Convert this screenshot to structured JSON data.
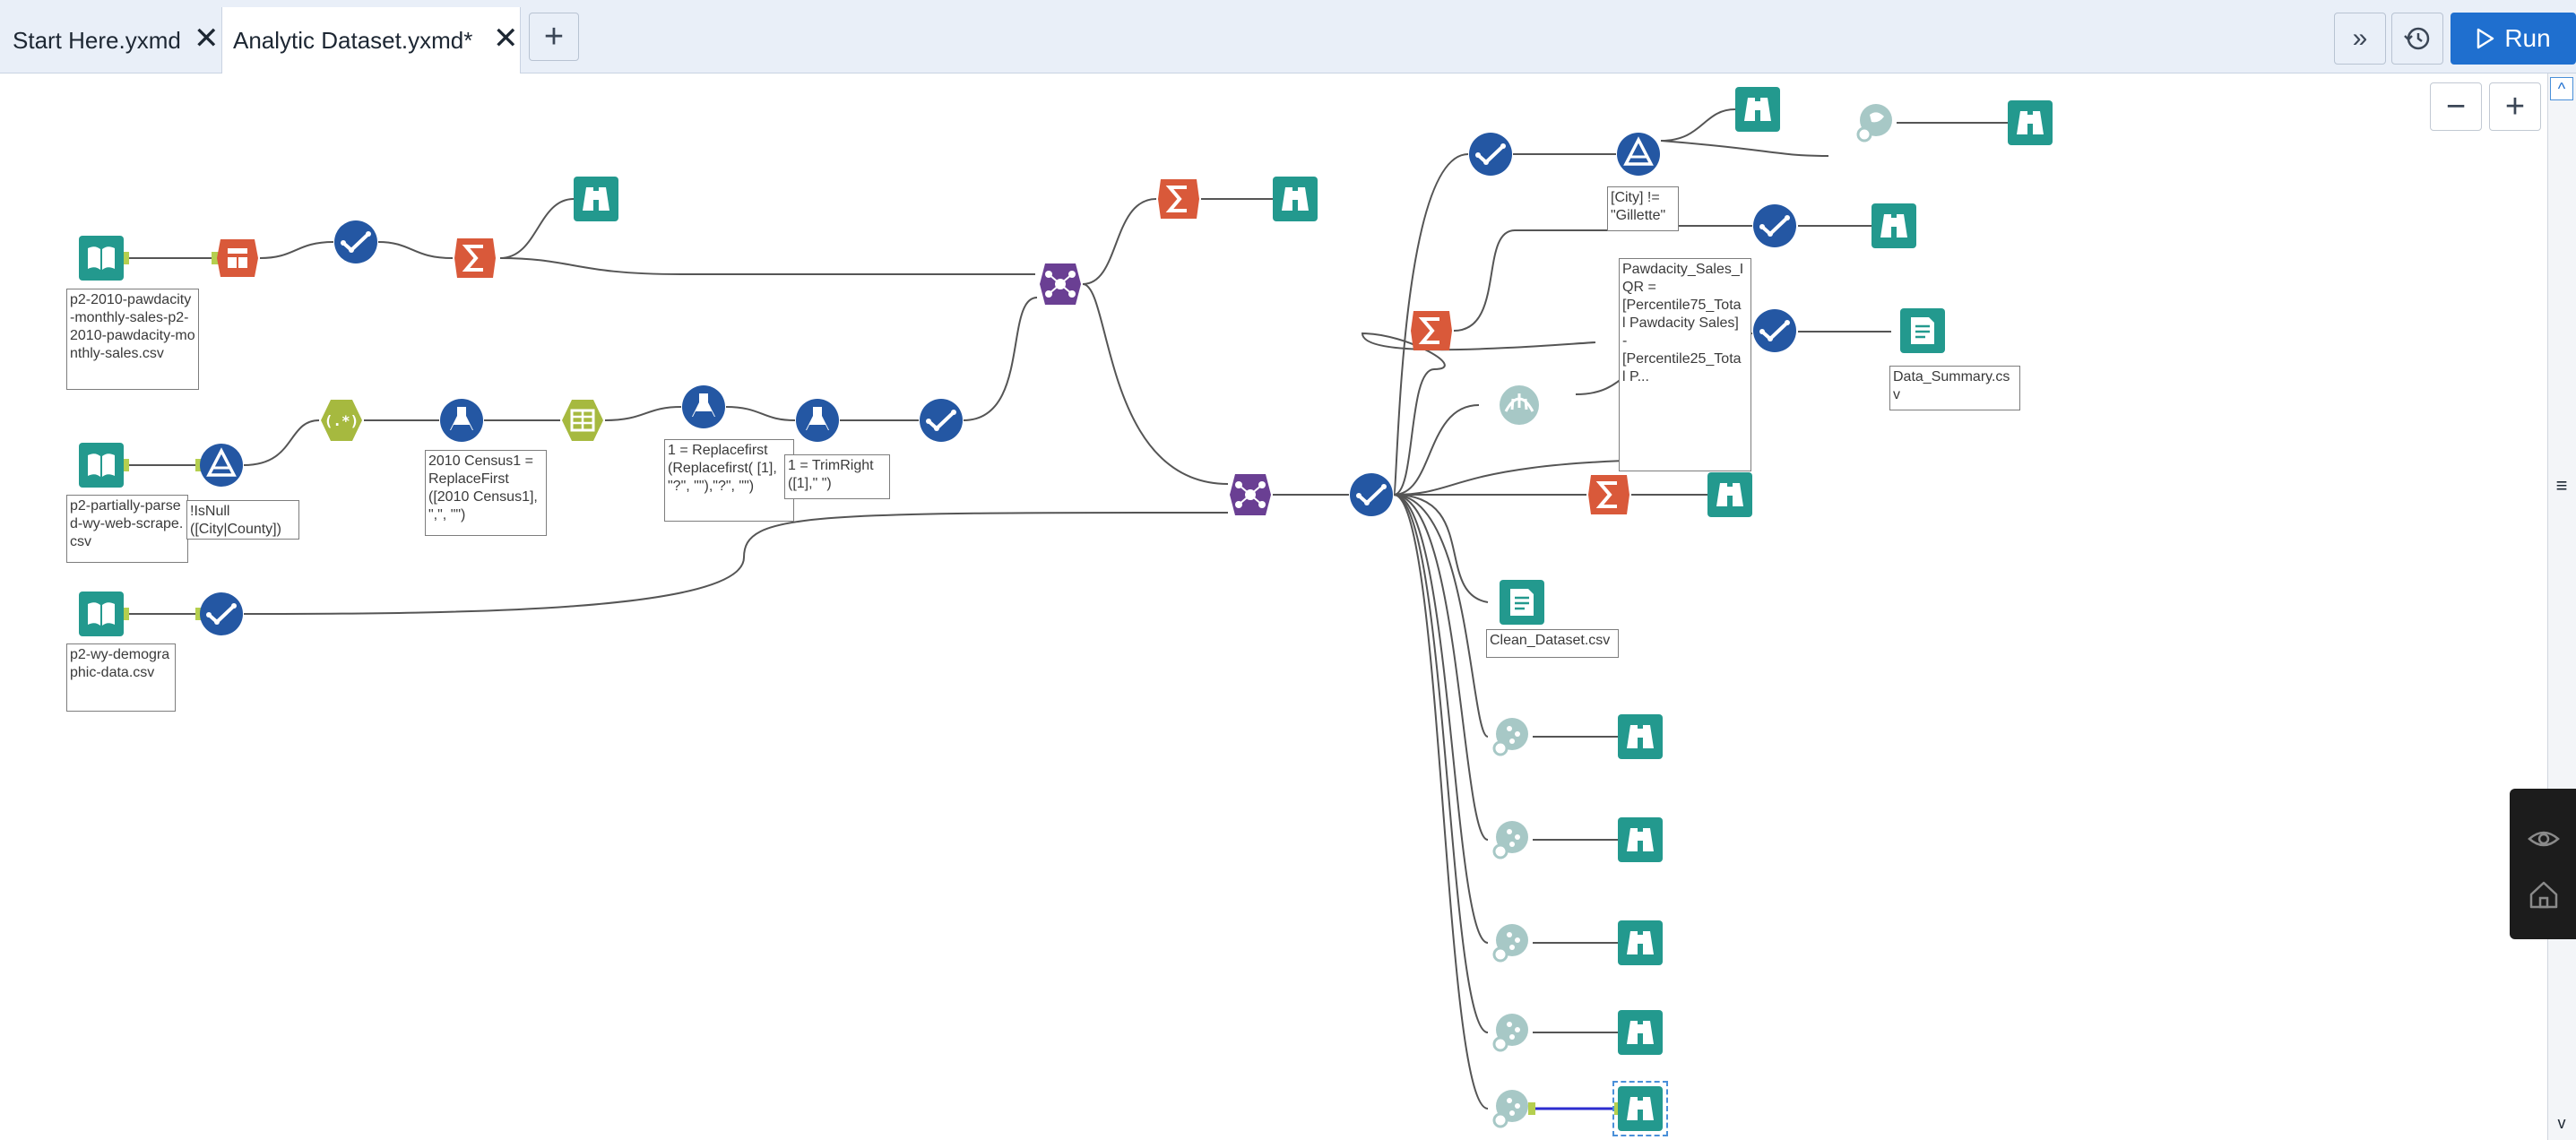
{
  "tabs": [
    {
      "label": "Start Here.yxmd",
      "close": "✕",
      "active": false
    },
    {
      "label": "Analytic Dataset.yxmd*",
      "close": "✕",
      "active": true
    }
  ],
  "toolbar": {
    "add_tab": "+",
    "expand": "»",
    "history": "history-icon",
    "run_label": "Run",
    "run_icon": "play-icon",
    "accent_color": "#1f6fcf"
  },
  "zoom": {
    "out": "−",
    "in": "+"
  },
  "scroll": {
    "up": "^",
    "down": "v",
    "grip": "≡"
  },
  "side_panel": {
    "icons": [
      "eye-icon",
      "home-icon"
    ]
  },
  "colors": {
    "input": "#23998e",
    "browse": "#23998e",
    "select": "#2457a3",
    "summarize": "#d9593a",
    "join": "#6a3f93",
    "spatial": "#a7c8c6",
    "parse": "#a6b93f"
  },
  "annotations": {
    "input1": "p2-2010-pawdacity-monthly-sales-p2-2010-pawdacity-monthly-sales.csv",
    "input2": "p2-partially-parsed-wy-web-scrape.csv",
    "input3": "p2-wy-demographic-data.csv",
    "filter1": "!IsNull\n([City|County])",
    "formula1": "2010 Census1 =\nReplaceFirst\n([2010 Census1],\n\",\", \"\")",
    "formula2": "1 = Replacefirst\n(Replacefirst( [1],\n\"?\", \"\"),\"?\", \"\")",
    "formula3": "1 = TrimRight\n([1],\" \")",
    "filter2": "[City] !=\n\"Gillette\"",
    "formula4": "Pawdacity_Sales_I\nQR =\n[Percentile75_Tota\nl Pawdacity Sales]\n-\n[Percentile25_Tota\nl P...",
    "output1": "Data_Summary.cs\nv",
    "output2": "Clean_Dataset.csv"
  }
}
